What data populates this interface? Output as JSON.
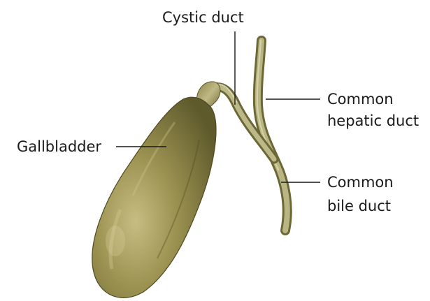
{
  "labels": {
    "cystic_duct": "Cystic duct",
    "common_hepatic_line1": "Common",
    "common_hepatic_line2": "hepatic duct",
    "gallbladder": "Gallbladder",
    "common_bile_line1": "Common",
    "common_bile_line2": "bile duct"
  },
  "colors": {
    "background": "#ffffff",
    "label_text": "#1a1a1a",
    "leader_line": "#1a1a1a",
    "gallbladder_light": "#b7ad70",
    "gallbladder_mid": "#8f8649",
    "gallbladder_dark": "#5a5428",
    "duct_light": "#b3b07c",
    "duct_dark": "#6f6a3a"
  }
}
